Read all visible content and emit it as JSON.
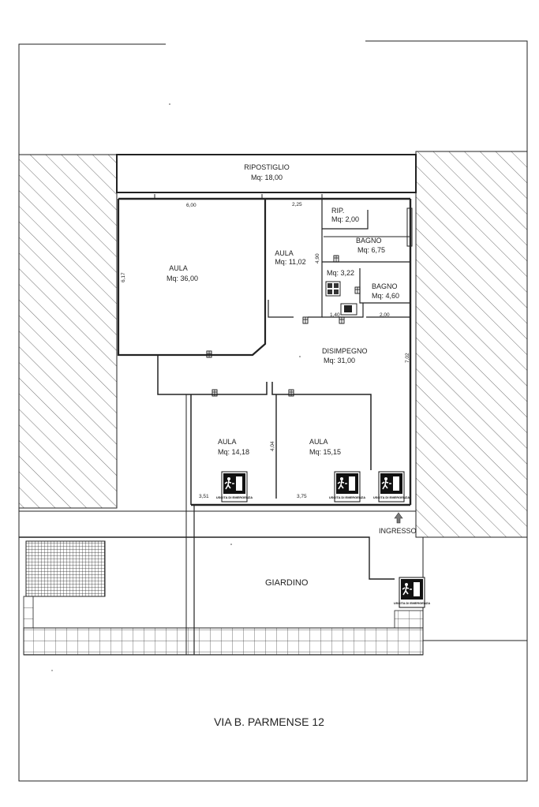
{
  "rooms": {
    "ripostiglio": {
      "name": "RIPOSTIGLIO",
      "area": "Mq: 18,00"
    },
    "aula_large": {
      "name": "AULA",
      "area": "Mq: 36,00"
    },
    "aula_mid": {
      "name": "AULA",
      "area": "Mq: 11,02"
    },
    "rip": {
      "name": "RIP.",
      "area": "Mq: 2,00"
    },
    "bagno1": {
      "name": "BAGNO",
      "area": "Mq: 6,75"
    },
    "bagno_small": {
      "area": "Mq: 3,22"
    },
    "bagno2": {
      "name": "BAGNO",
      "area": "Mq: 4,60"
    },
    "disimpegno": {
      "name": "DISIMPEGNO",
      "area": "Mq: 31,00"
    },
    "aula_a": {
      "name": "AULA",
      "area": "Mq: 14,18"
    },
    "aula_b": {
      "name": "AULA",
      "area": "Mq: 15,15"
    }
  },
  "dimensions": {
    "d600": "6,00",
    "d225": "2,25",
    "d617": "6,17",
    "d490": "4,90",
    "d140": "1,40",
    "d200": "2,00",
    "d702": "7,02",
    "d404": "4,04",
    "d351": "3,51",
    "d375": "3,75"
  },
  "labels": {
    "ingresso": "INGRESSO",
    "giardino": "GIARDINO",
    "street": "VIA B. PARMENSE 12",
    "exit_sign": "USCITA DI EMERGENZA"
  },
  "icons": [
    "emergency-exit-icon",
    "fire-extinguisher-icon",
    "entrance-arrow-icon",
    "elevator-icon"
  ]
}
